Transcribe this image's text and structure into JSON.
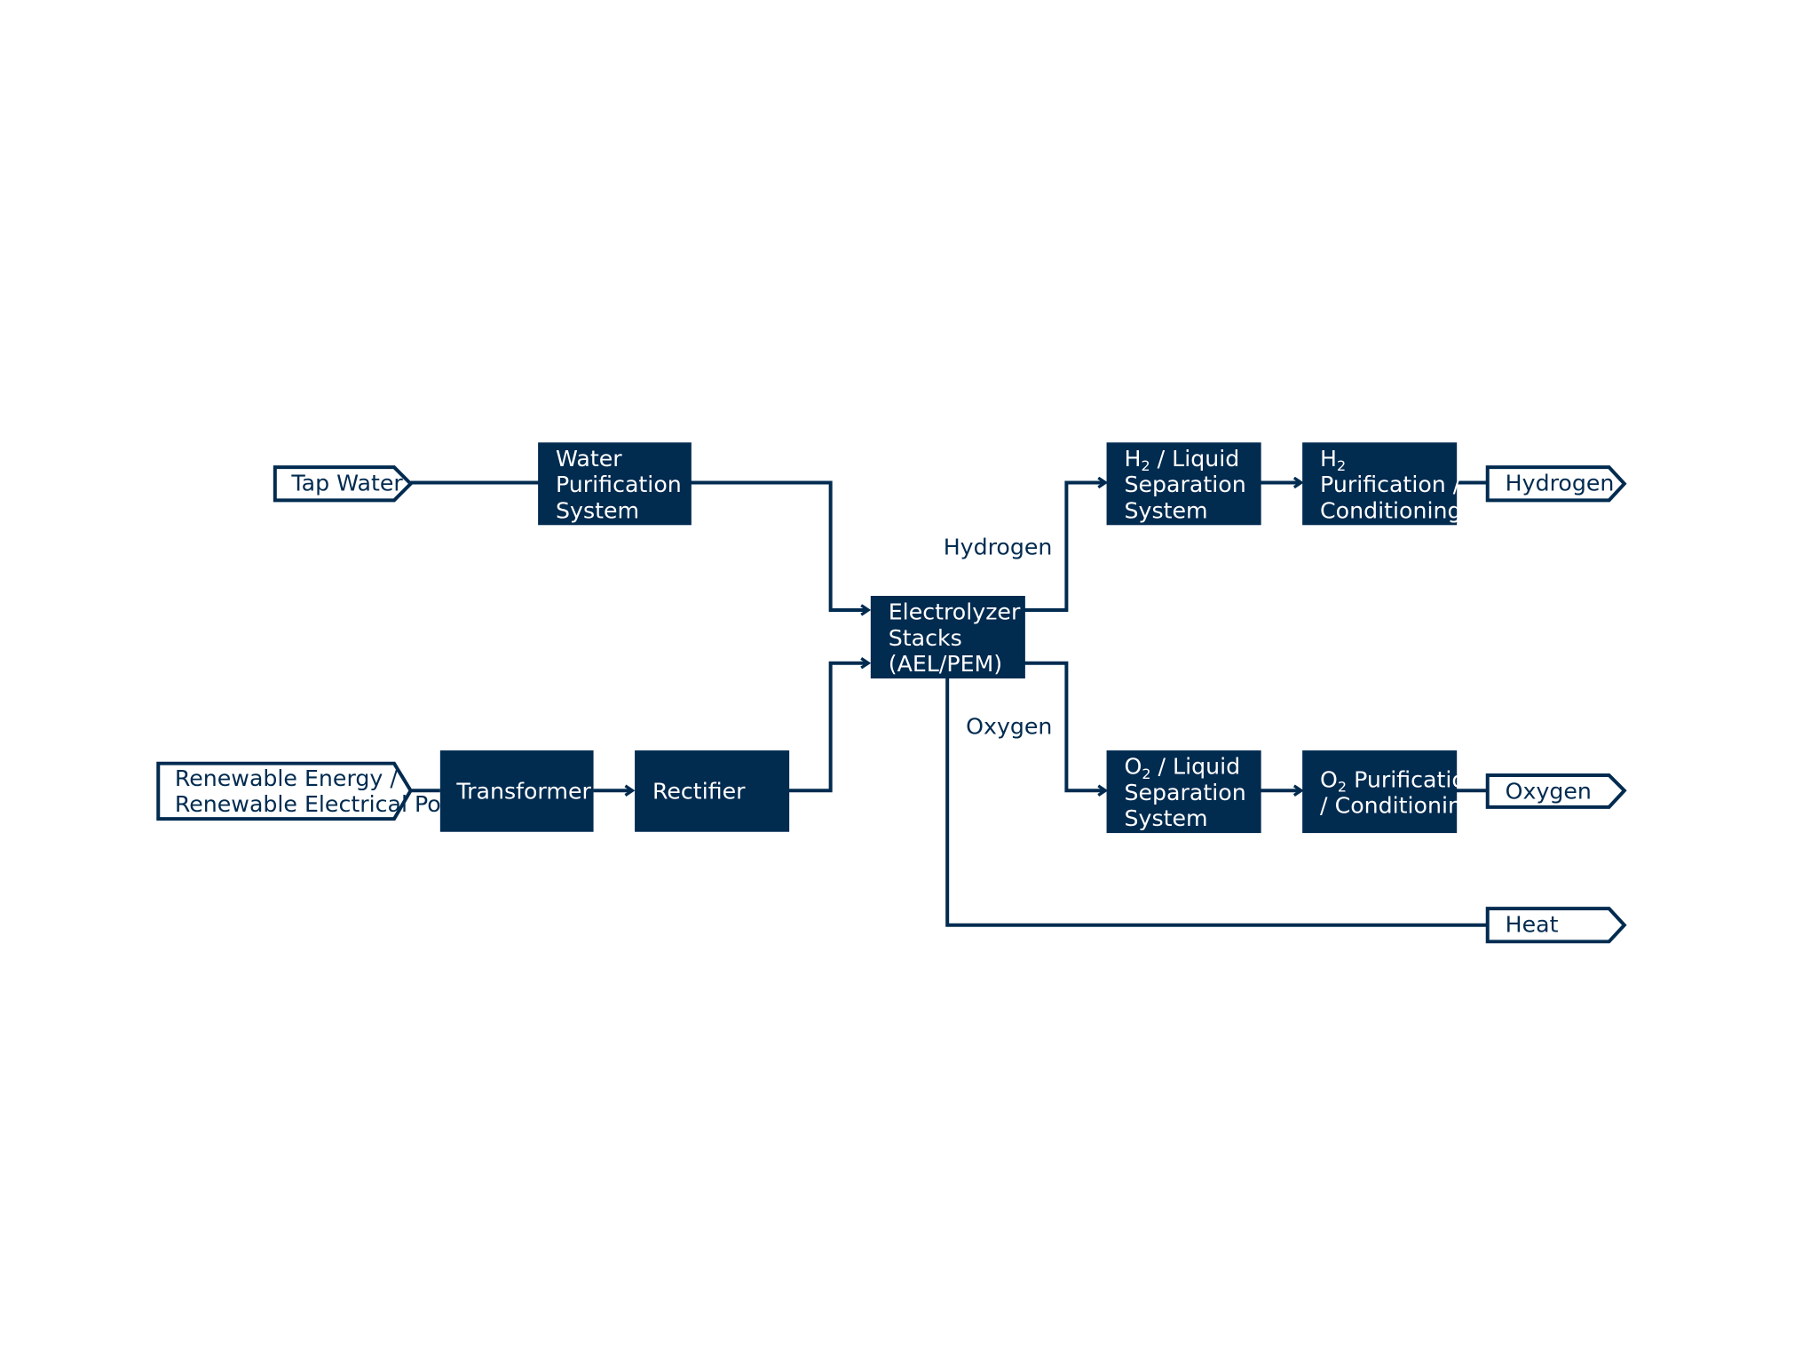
{
  "colors": {
    "primary": "#022b50",
    "background": "#ffffff"
  },
  "inputs": {
    "tap_water": "Tap Water",
    "renewable_line1": "Renewable Energy /",
    "renewable_line2": "Renewable Electrical Power"
  },
  "processes": {
    "water_purification": [
      "Water",
      "Purification",
      "System"
    ],
    "transformer": "Transformer",
    "rectifier": "Rectifier",
    "electrolyzer": [
      "Electrolyzer",
      "Stacks",
      "(AEL/PEM)"
    ],
    "h2_separation": {
      "species": "H",
      "sub": "2",
      "line1_rest": " / Liquid",
      "line2": "Separation",
      "line3": "System"
    },
    "h2_purification": {
      "species": "H",
      "sub": "2",
      "line2": "Purification /",
      "line3": "Conditioning"
    },
    "o2_separation": {
      "species": "O",
      "sub": "2",
      "line1_rest": " / Liquid",
      "line2": "Separation",
      "line3": "System"
    },
    "o2_purification": {
      "species": "O",
      "sub": "2",
      "line1_rest": " Purification",
      "line2": "/ Conditioning"
    }
  },
  "flow_labels": {
    "hydrogen": "Hydrogen",
    "oxygen": "Oxygen"
  },
  "outputs": {
    "hydrogen": "Hydrogen",
    "oxygen": "Oxygen",
    "heat": "Heat"
  }
}
